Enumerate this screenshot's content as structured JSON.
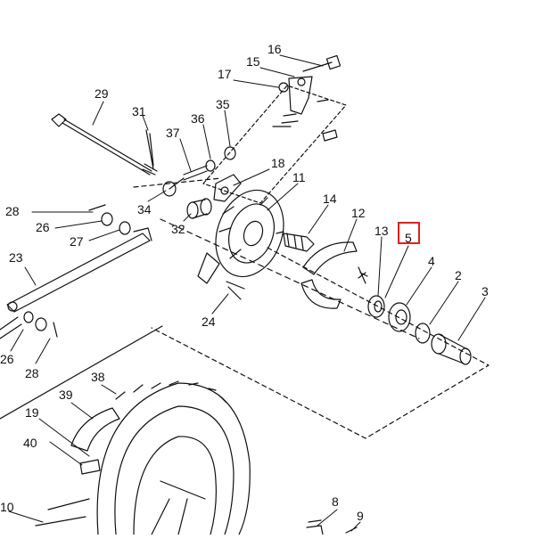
{
  "diagram": {
    "labels": [
      {
        "id": "16",
        "text": "16"
      },
      {
        "id": "15",
        "text": "15"
      },
      {
        "id": "17",
        "text": "17"
      },
      {
        "id": "29",
        "text": "29"
      },
      {
        "id": "31",
        "text": "31"
      },
      {
        "id": "36",
        "text": "36"
      },
      {
        "id": "35",
        "text": "35"
      },
      {
        "id": "37",
        "text": "37"
      },
      {
        "id": "18",
        "text": "18"
      },
      {
        "id": "11",
        "text": "11"
      },
      {
        "id": "14",
        "text": "14"
      },
      {
        "id": "12",
        "text": "12"
      },
      {
        "id": "13",
        "text": "13"
      },
      {
        "id": "5",
        "text": "5"
      },
      {
        "id": "4",
        "text": "4"
      },
      {
        "id": "2",
        "text": "2"
      },
      {
        "id": "3",
        "text": "3"
      },
      {
        "id": "34",
        "text": "34"
      },
      {
        "id": "28a",
        "text": "28"
      },
      {
        "id": "26a",
        "text": "26"
      },
      {
        "id": "27",
        "text": "27"
      },
      {
        "id": "32",
        "text": "32"
      },
      {
        "id": "23",
        "text": "23"
      },
      {
        "id": "24",
        "text": "24"
      },
      {
        "id": "26b",
        "text": "26"
      },
      {
        "id": "28b",
        "text": "28"
      },
      {
        "id": "38",
        "text": "38"
      },
      {
        "id": "39",
        "text": "39"
      },
      {
        "id": "19",
        "text": "19"
      },
      {
        "id": "40",
        "text": "40"
      },
      {
        "id": "8",
        "text": "8"
      },
      {
        "id": "9",
        "text": "9"
      },
      {
        "id": "10",
        "text": "10"
      }
    ],
    "highlight_label": "5",
    "highlight_color": "#e02020",
    "line_color": "#111111"
  }
}
